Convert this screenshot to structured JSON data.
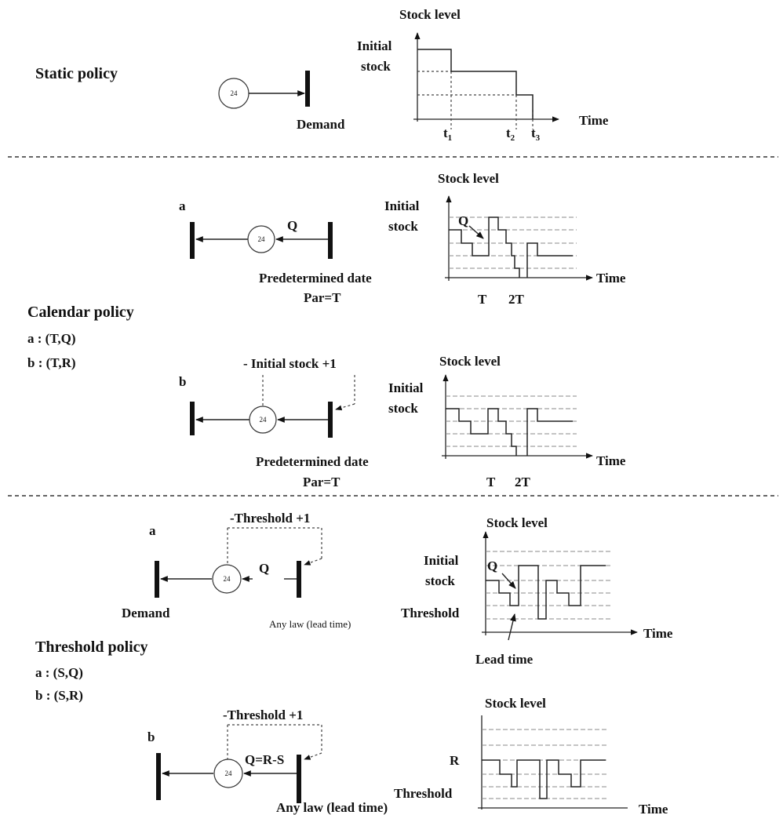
{
  "static": {
    "title": "Static policy",
    "demand_label": "Demand",
    "token": "24",
    "chart": {
      "y_label": "Stock level",
      "initial": [
        "Initial",
        "stock"
      ],
      "x_label": "Time",
      "ticks": [
        "t",
        "1",
        "t",
        "2",
        "t",
        "3"
      ]
    }
  },
  "calendar": {
    "title": "Calendar policy",
    "sub_a": "a : (T,Q)",
    "sub_b": "b : (T,R)",
    "a": {
      "letter": "a",
      "q": "Q",
      "token": "24",
      "date": "Predetermined date",
      "par": "Par=T",
      "chart": {
        "y_label": "Stock level",
        "initial": [
          "Initial",
          "stock"
        ],
        "q": "Q",
        "x_label": "Time",
        "ticks": [
          "T",
          "2T"
        ]
      }
    },
    "b": {
      "letter": "b",
      "top": "- Initial stock +1",
      "token": "24",
      "date": "Predetermined date",
      "par": "Par=T",
      "chart": {
        "y_label": "Stock level",
        "initial": [
          "Initial",
          "stock"
        ],
        "x_label": "Time",
        "ticks": [
          "T",
          "2T"
        ]
      }
    }
  },
  "threshold": {
    "title": "Threshold policy",
    "sub_a": "a : (S,Q)",
    "sub_b": "b : (S,R)",
    "a": {
      "letter": "a",
      "top": "-Threshold +1",
      "q": "Q",
      "token": "24",
      "demand": "Demand",
      "law": "Any law (lead time)",
      "chart": {
        "y_label": "Stock level",
        "initial": [
          "Initial",
          "stock"
        ],
        "q": "Q",
        "threshold": "Threshold",
        "x_label": "Time",
        "lead": "Lead time"
      }
    },
    "b": {
      "letter": "b",
      "top": "-Threshold +1",
      "q": "Q=R-S",
      "token": "24",
      "law": "Any law (lead time)",
      "chart": {
        "y_label": "Stock level",
        "r": "R",
        "threshold": "Threshold",
        "x_label": "Time"
      }
    }
  }
}
